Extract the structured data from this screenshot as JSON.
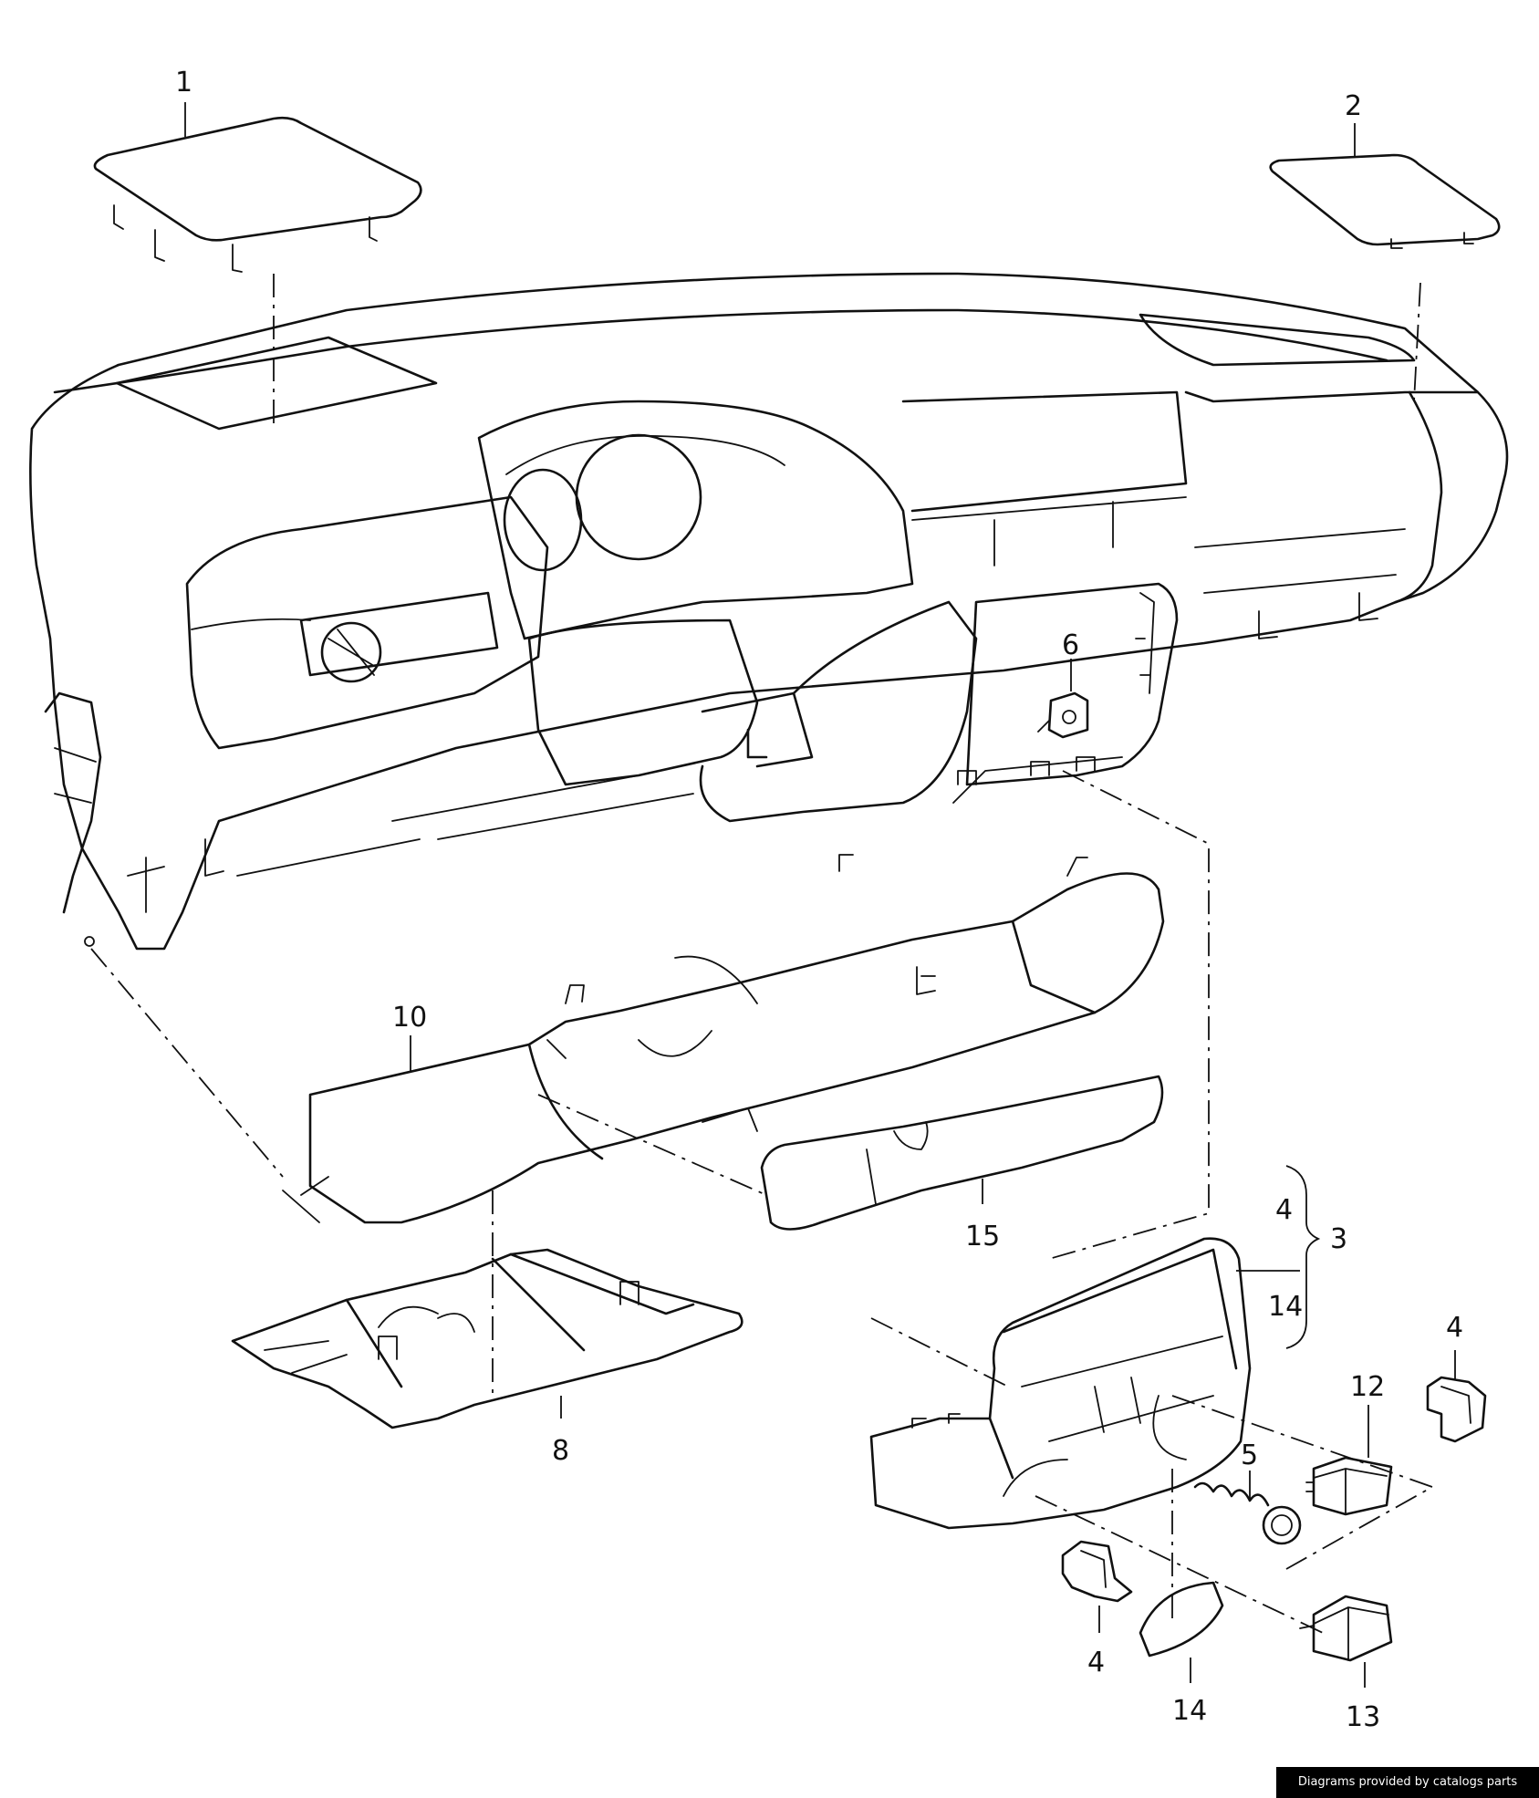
{
  "callouts": [
    {
      "id": "c1",
      "label": "1"
    },
    {
      "id": "c2",
      "label": "2"
    },
    {
      "id": "c3",
      "label": "3"
    },
    {
      "id": "c4a",
      "label": "4"
    },
    {
      "id": "c4b",
      "label": "4"
    },
    {
      "id": "c4c",
      "label": "4"
    },
    {
      "id": "c5",
      "label": "5"
    },
    {
      "id": "c6",
      "label": "6"
    },
    {
      "id": "c8",
      "label": "8"
    },
    {
      "id": "c10",
      "label": "10"
    },
    {
      "id": "c12",
      "label": "12"
    },
    {
      "id": "c13",
      "label": "13"
    },
    {
      "id": "c14a",
      "label": "14"
    },
    {
      "id": "c14b",
      "label": "14"
    },
    {
      "id": "c15",
      "label": "15"
    }
  ],
  "credit": "Diagrams provided by catalogs parts"
}
